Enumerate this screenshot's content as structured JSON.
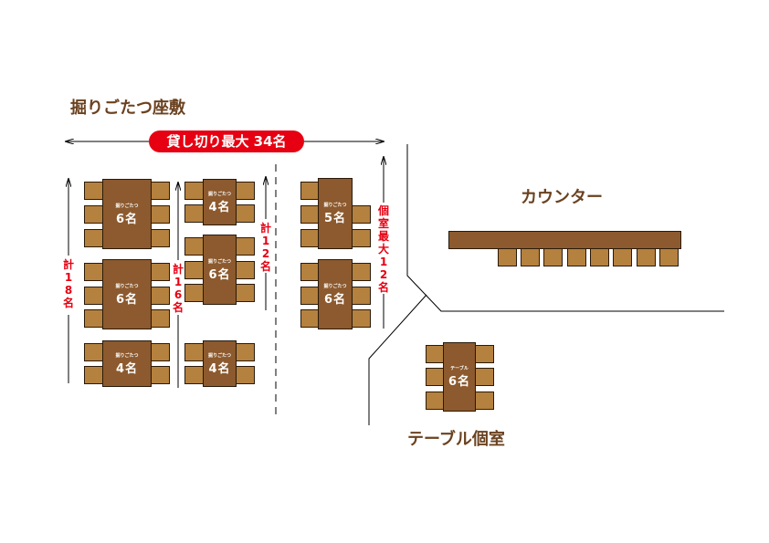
{
  "headings": {
    "zashiki": "掘りごたつ座敷",
    "counter": "カウンター",
    "table_room": "テーブル個室"
  },
  "labels": {
    "charter": "貸し切り最大 34名",
    "total18": "計18名",
    "total16": "計16名",
    "total12": "計12名",
    "private12": "個室最大12名"
  },
  "tables": [
    {
      "kind": "掘りごたつ",
      "cap": "6名"
    },
    {
      "kind": "掘りごたつ",
      "cap": "6名"
    },
    {
      "kind": "掘りごたつ",
      "cap": "4名"
    },
    {
      "kind": "掘りごたつ",
      "cap": "4名"
    },
    {
      "kind": "掘りごたつ",
      "cap": "6名"
    },
    {
      "kind": "掘りごたつ",
      "cap": "4名"
    },
    {
      "kind": "掘りごたつ",
      "cap": "5名"
    },
    {
      "kind": "掘りごたつ",
      "cap": "6名"
    },
    {
      "kind": "テーブル",
      "cap": "6名"
    }
  ],
  "colors": {
    "table": "#8c5a2e",
    "chair": "#b5813f",
    "accent": "#e60012",
    "heading": "#6b4220"
  }
}
